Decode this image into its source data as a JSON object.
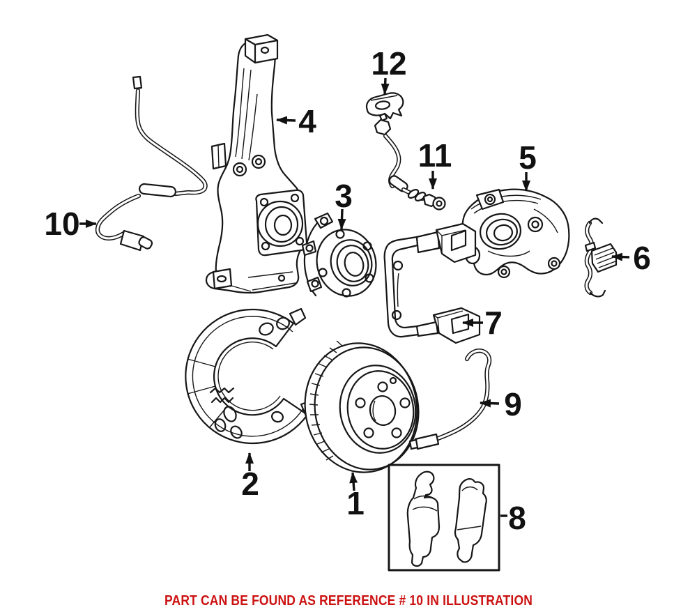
{
  "diagram": {
    "callouts": [
      "1",
      "2",
      "3",
      "4",
      "5",
      "6",
      "7",
      "8",
      "9",
      "10",
      "11",
      "12"
    ]
  },
  "caption": {
    "text": "PART CAN BE FOUND AS REFERENCE # 10 IN ILLUSTRATION"
  },
  "colors": {
    "background": "#FFFFFF",
    "line_art": "#161616",
    "caption_red": "#CC1111"
  }
}
